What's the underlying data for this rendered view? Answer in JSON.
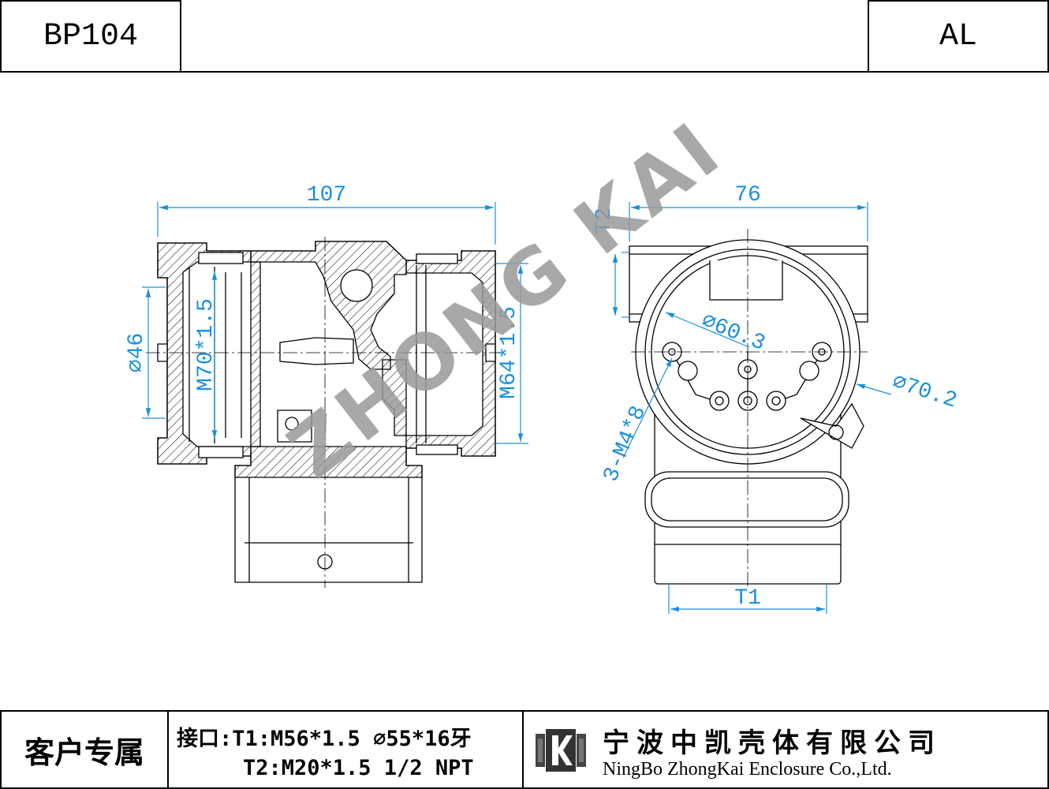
{
  "header": {
    "model": "BP104",
    "material": "AL"
  },
  "watermark": "ZHONG KAI",
  "dimensions": {
    "overall_width_section": "107",
    "overall_width_front": "76",
    "left_bore_dia": "⌀46",
    "left_thread": "M70*1.5",
    "right_thread": "M64*1.5",
    "inner_dia": "⌀60.3",
    "outer_dia": "⌀70.2",
    "holes": "3-M4*8",
    "t1_label": "T1",
    "t2_label": "T2"
  },
  "footer": {
    "customer": "客户专属",
    "spec_line1": "接口:T1:M56*1.5 ⌀55*16牙",
    "spec_line2": "T2:M20*1.5 1/2 NPT",
    "company_cn": "宁波中凯壳体有限公司",
    "company_en": "NingBo ZhongKai Enclosure Co.,Ltd."
  },
  "colors": {
    "dimension": "#1a8fe0",
    "outline": "#000000",
    "watermark": "#9a9a9a"
  }
}
